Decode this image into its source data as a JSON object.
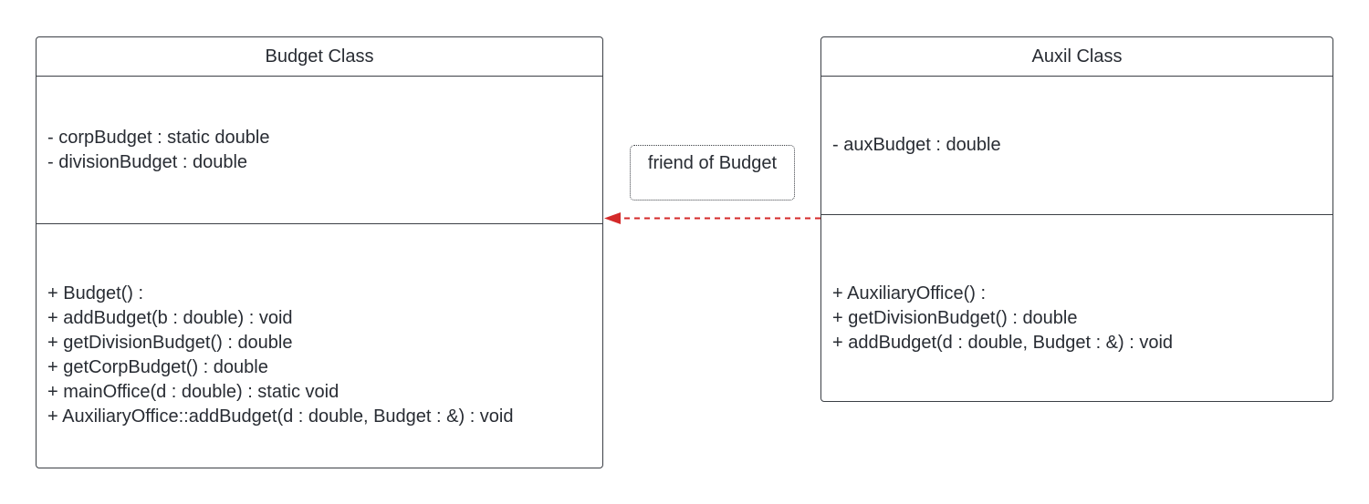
{
  "budget_class": {
    "title": "Budget Class",
    "attributes": [
      "- corpBudget : static double",
      "- divisionBudget : double"
    ],
    "methods": [
      "+ Budget() :",
      "+ addBudget(b : double) : void",
      "+ getDivisionBudget() : double",
      "+ getCorpBudget() : double",
      "+ mainOffice(d : double) : static void",
      "+ AuxiliaryOffice::addBudget(d : double, Budget : &) : void"
    ]
  },
  "auxil_class": {
    "title": "Auxil Class",
    "attributes": [
      "- auxBudget : double"
    ],
    "methods": [
      "+ AuxiliaryOffice() :",
      "+ getDivisionBudget() : double",
      "+ addBudget(d : double, Budget : &) : void"
    ]
  },
  "relationship": {
    "label": "friend of Budget",
    "style": "dashed",
    "color": "#d42a2a"
  },
  "colors": {
    "border": "#3b3f45",
    "text": "#282c33",
    "arrow": "#d42a2a"
  }
}
